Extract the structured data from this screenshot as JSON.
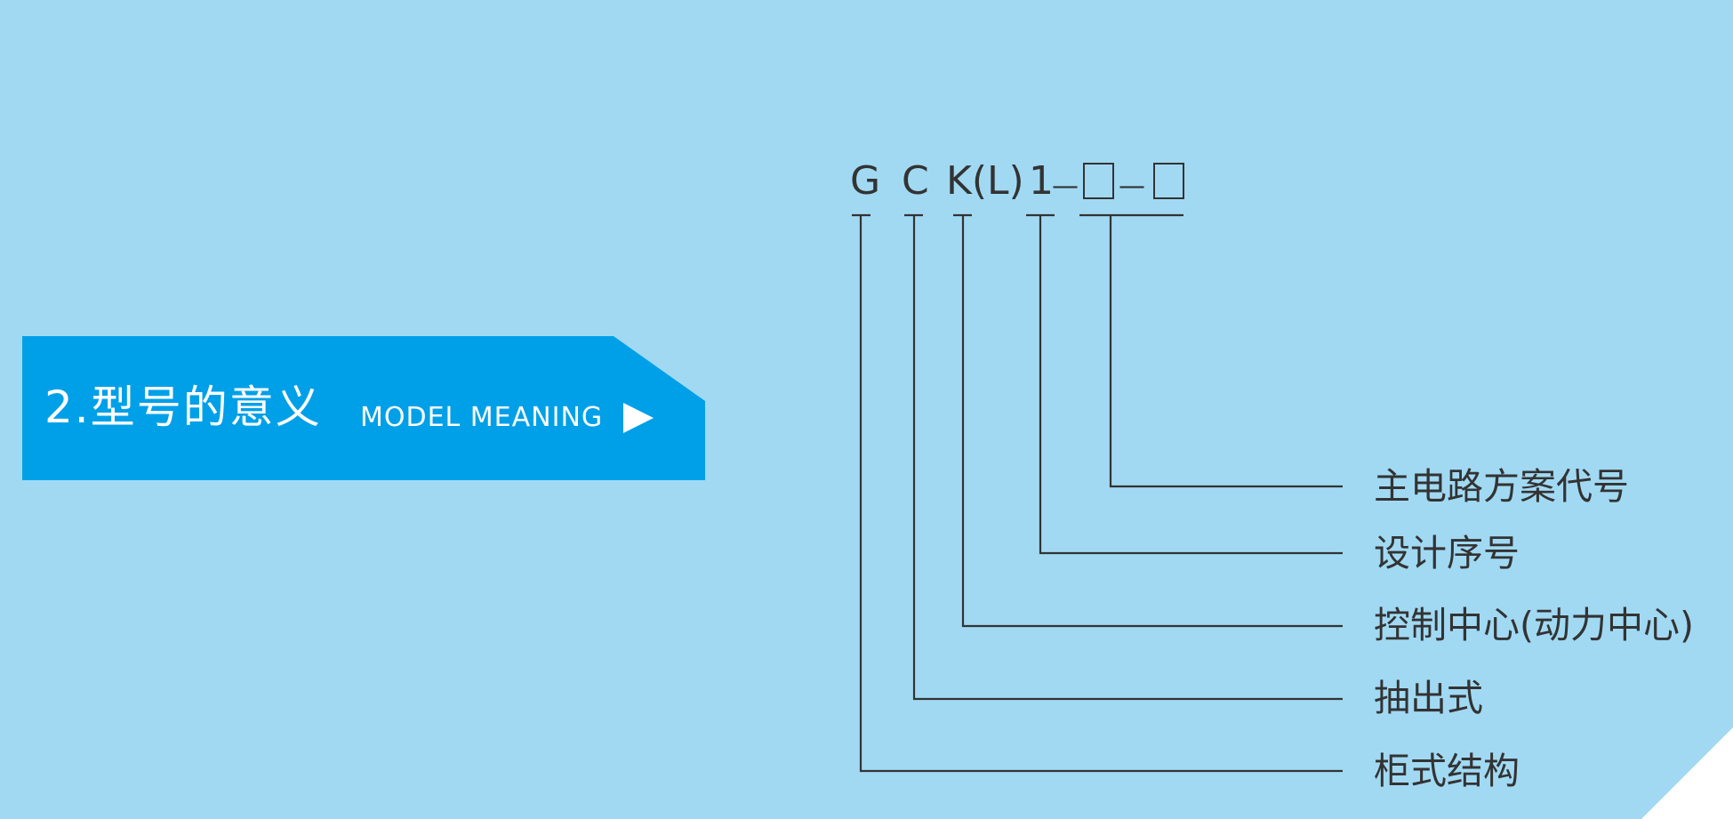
{
  "colors": {
    "background": "#a1d9f3",
    "banner": "#00a0e9",
    "line": "#333333",
    "text": "#333333",
    "banner_text": "#ffffff"
  },
  "banner": {
    "title": "2.型号的意义",
    "subtitle": "MODEL MEANING",
    "arrow_icon": "play-arrow-icon"
  },
  "model_code": {
    "segments": [
      "G",
      "C",
      "K(L)",
      "1",
      "—",
      "—"
    ]
  },
  "meanings": [
    "主电路方案代号",
    "设计序号",
    "控制中心(动力中心)",
    "抽出式",
    "柜式结构"
  ]
}
